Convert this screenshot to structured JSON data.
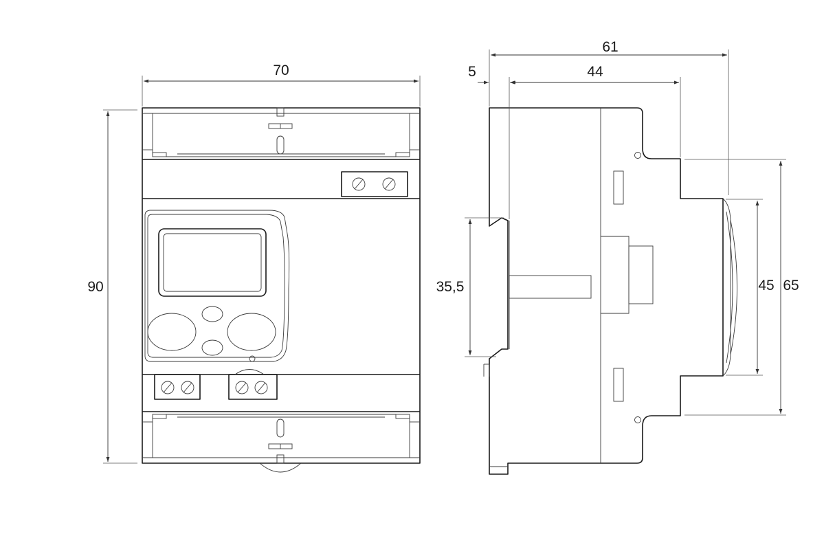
{
  "dimensions": {
    "front_width": "70",
    "front_height": "90",
    "side_overall_depth": "61",
    "side_rail_offset": "5",
    "side_body_depth": "44",
    "side_clip_height": "35,5",
    "side_window_height": "45",
    "side_front_height": "65"
  },
  "colors": {
    "line": "#1a1a1a",
    "thin_line": "#3a3a3a",
    "background": "#ffffff"
  }
}
